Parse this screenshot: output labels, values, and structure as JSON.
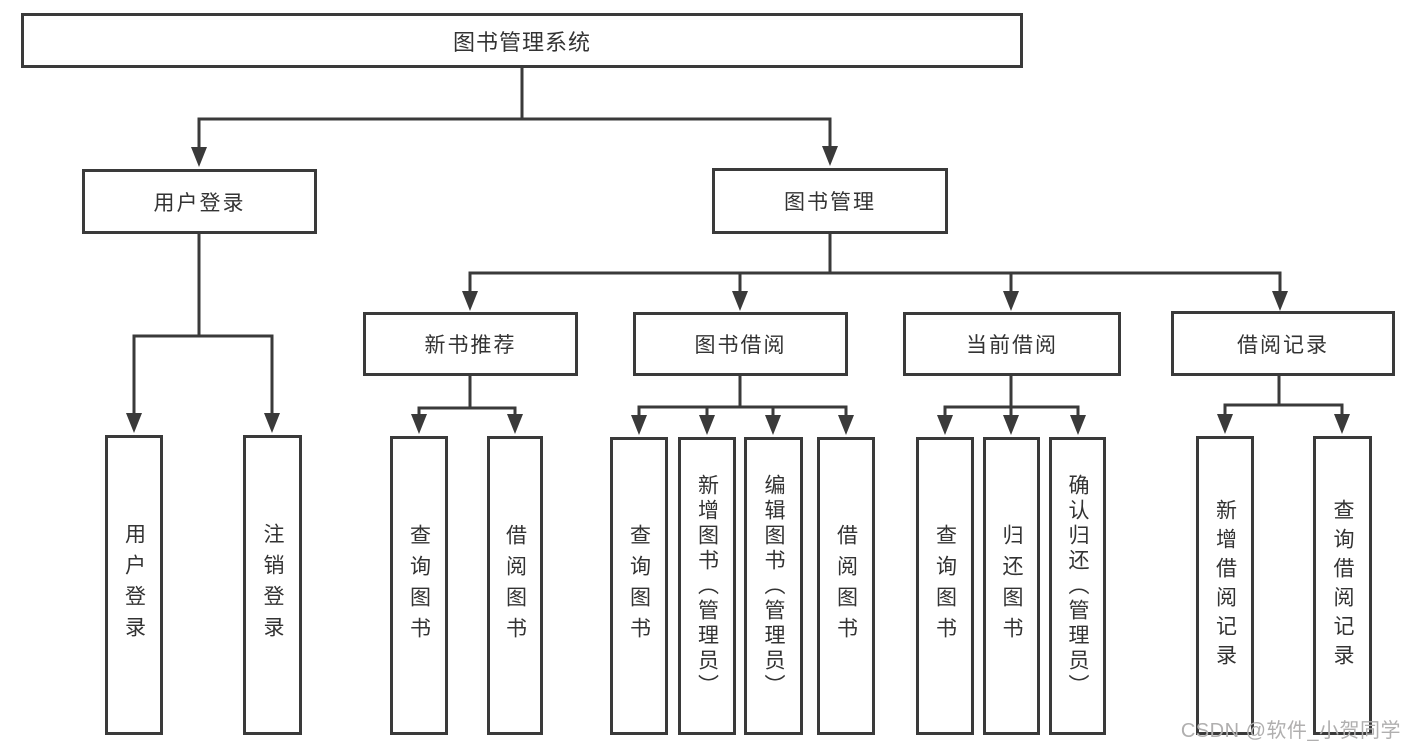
{
  "colors": {
    "line": "#3a3a3a",
    "box_border": "#3a3a3a",
    "text": "#333333",
    "background": "#ffffff",
    "watermark": "#b0afaf"
  },
  "watermark": "CSDN @软件_小贺同学",
  "tree": {
    "root": {
      "label": "图书管理系统"
    },
    "branches": [
      {
        "label": "用户登录",
        "children": [
          {
            "label": "用户登录"
          },
          {
            "label": "注销登录"
          }
        ]
      },
      {
        "label": "图书管理",
        "children": [
          {
            "label": "新书推荐",
            "children": [
              {
                "label": "查询图书"
              },
              {
                "label": "借阅图书"
              }
            ]
          },
          {
            "label": "图书借阅",
            "children": [
              {
                "label": "查询图书"
              },
              {
                "label": "新增图书（管理员）"
              },
              {
                "label": "编辑图书（管理员）"
              },
              {
                "label": "借阅图书"
              }
            ]
          },
          {
            "label": "当前借阅",
            "children": [
              {
                "label": "查询图书"
              },
              {
                "label": "归还图书"
              },
              {
                "label": "确认归还（管理员）"
              }
            ]
          },
          {
            "label": "借阅记录",
            "children": [
              {
                "label": "新增借阅记录"
              },
              {
                "label": "查询借阅记录"
              }
            ]
          }
        ]
      }
    ]
  }
}
